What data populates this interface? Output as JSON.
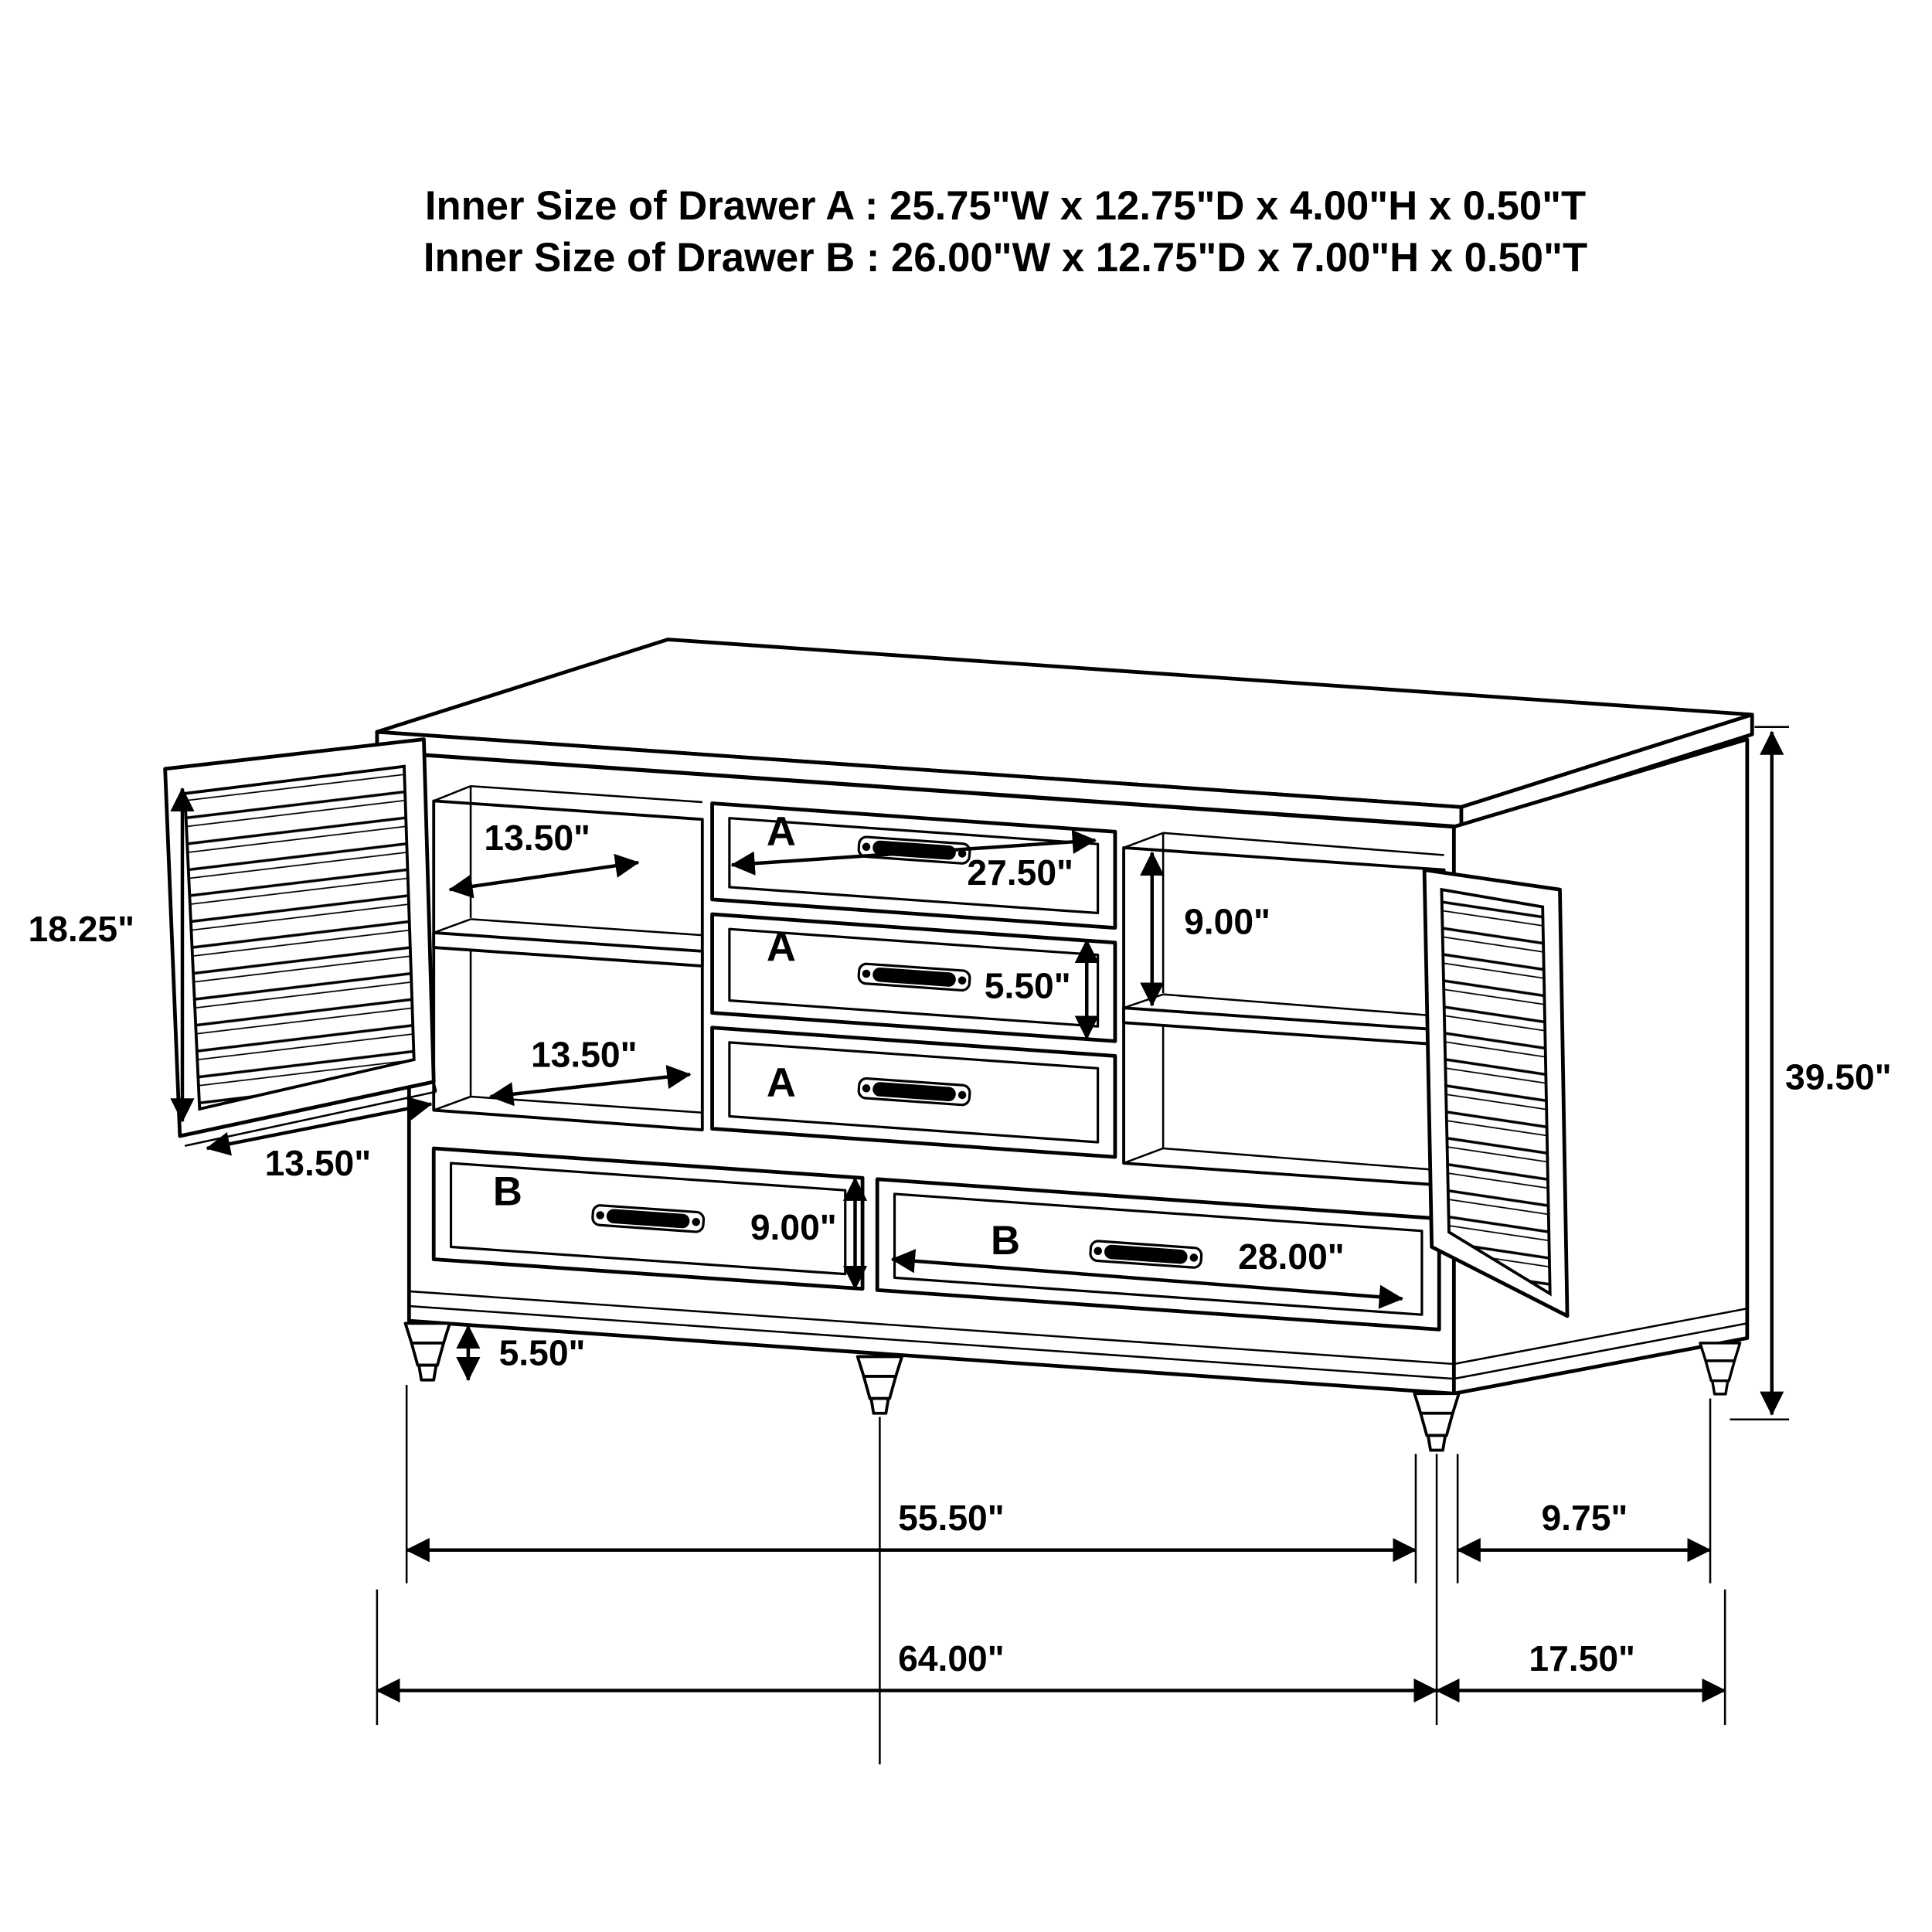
{
  "header": {
    "line1": "Inner Size of Drawer A : 25.75\"W x 12.75\"D x 4.00\"H x 0.50\"T",
    "line2": "Inner Size of Drawer B : 26.00\"W x 12.75\"D x 7.00\"H x 0.50\"T"
  },
  "drawer_labels": {
    "a1": "A",
    "a2": "A",
    "a3": "A",
    "b1": "B",
    "b2": "B"
  },
  "dims": {
    "shelf_depth_top": "13.50\"",
    "door_height": "18.25\"",
    "drawer_a_width": "27.50\"",
    "shelf_opening_height": "9.00\"",
    "drawer_a_height": "5.50\"",
    "shelf_depth_bottom": "13.50\"",
    "door_width": "13.50\"",
    "overall_height": "39.50\"",
    "drawer_b_height": "9.00\"",
    "drawer_b_width": "28.00\"",
    "leg_height": "5.50\"",
    "leg_span_width": "55.50\"",
    "leg_span_depth": "9.75\"",
    "overall_width": "64.00\"",
    "overall_depth": "17.50\""
  },
  "colors": {
    "line": "#000000",
    "dim_text": "#000000",
    "drawer_text": "#e8000d",
    "background": "#ffffff"
  }
}
